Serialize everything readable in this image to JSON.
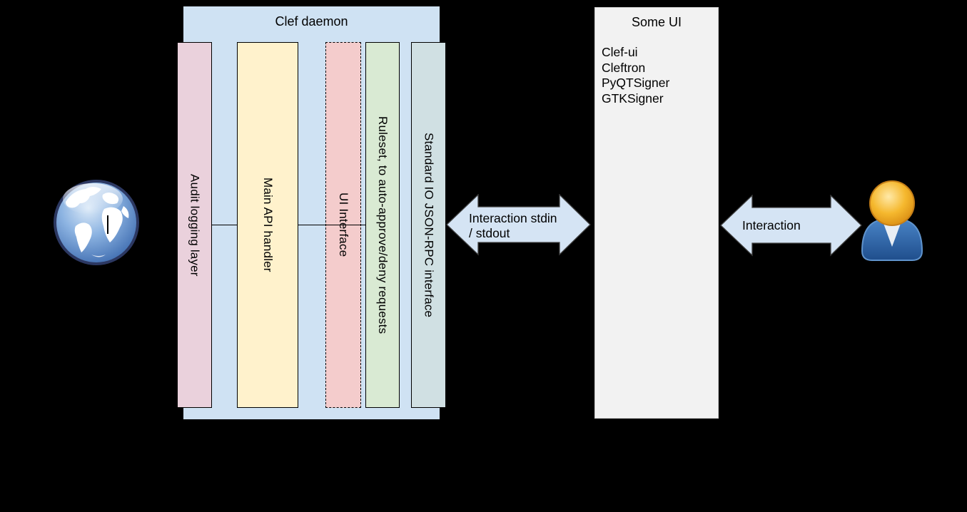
{
  "diagram": {
    "background": "#000000",
    "clef_daemon": {
      "title": "Clef daemon",
      "fill": "#cfe2f3",
      "columns": [
        {
          "label": "Audit logging layer",
          "fill": "#ead1dc",
          "border": "solid"
        },
        {
          "label": "Main API handler",
          "fill": "#fff2cc",
          "border": "solid"
        },
        {
          "label": "UI Interface",
          "fill": "#f4cccc",
          "border": "dashed"
        },
        {
          "label": "Ruleset, to auto-approve/deny requests",
          "fill": "#d9ead3",
          "border": "solid"
        },
        {
          "label": "Standard IO JSON-RPC interface",
          "fill": "#d0e0e3",
          "border": "solid"
        }
      ]
    },
    "some_ui": {
      "title": "Some UI",
      "fill": "#f2f2f2",
      "items": [
        "Clef-ui",
        "Cleftron",
        "PyQTSigner",
        "GTKSigner"
      ]
    },
    "arrows": [
      {
        "name": "stdin-stdout-arrow",
        "fill": "#d5e4f4",
        "stroke": "#3f3f3f",
        "label_line1": "Interaction stdin",
        "label_line2": "/ stdout"
      },
      {
        "name": "interaction-arrow",
        "fill": "#d5e4f4",
        "stroke": "#3f3f3f",
        "label_line1": "Interaction",
        "label_line2": ""
      }
    ],
    "icons": [
      {
        "name": "globe-icon",
        "meaning": "external network / internet client"
      },
      {
        "name": "user-icon",
        "meaning": "human user"
      }
    ],
    "connector_color": "#000000"
  }
}
